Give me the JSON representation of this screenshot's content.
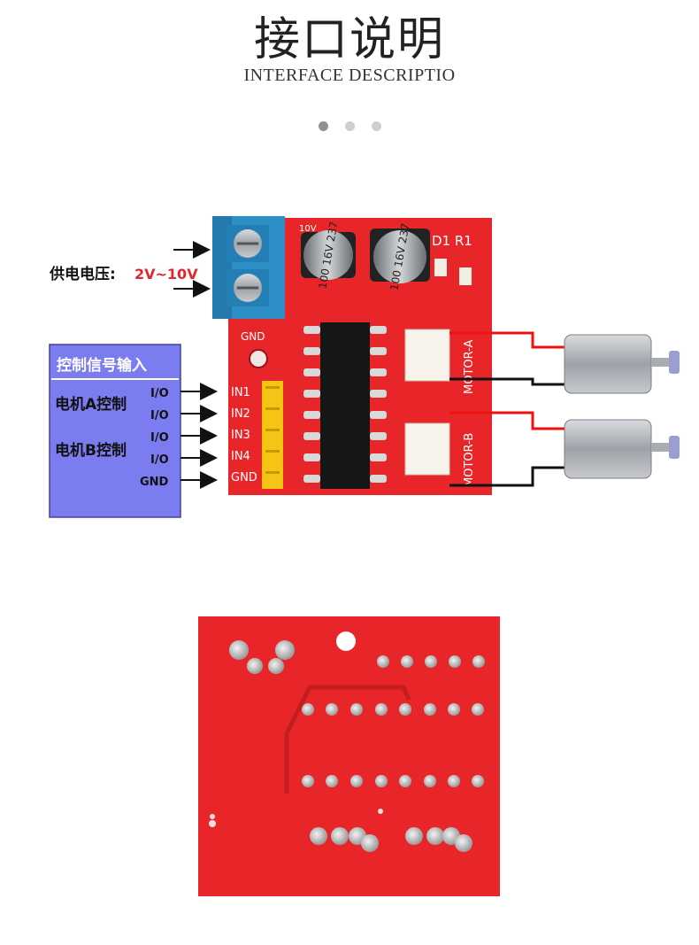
{
  "header": {
    "title": "接口说明",
    "subtitle": "INTERFACE DESCRIPTIO"
  },
  "pagination": {
    "count": 3,
    "active_index": 0
  },
  "front_diagram": {
    "power_label": "供电电压:",
    "power_value": "2V~10V",
    "control_box": {
      "title": "控制信号输入",
      "motor_a_label": "电机A控制",
      "motor_b_label": "电机B控制",
      "io_labels": [
        "I/O",
        "I/O",
        "I/O",
        "I/O",
        "GND"
      ]
    },
    "board": {
      "gnd_pad_label": "GND",
      "pin_labels": [
        "IN1",
        "IN2",
        "IN3",
        "IN4",
        "GND"
      ],
      "capacitor_label_1": "100 16V 237",
      "capacitor_label_2": "100 16V 237",
      "silkscreen_d1_r1": "D1 R1",
      "silkscreen_10v": "10V",
      "motor_a_label": "MOTOR-A",
      "motor_b_label": "MOTOR-B"
    }
  },
  "colors": {
    "board_red": "#e8262a",
    "terminal_blue": "#2e8fc7",
    "control_box": "#7b7cf0",
    "power_value": "#e3262b",
    "pin_yellow": "#f5c414",
    "dot_active": "#909090",
    "dot_inactive": "#cfcfcf"
  }
}
